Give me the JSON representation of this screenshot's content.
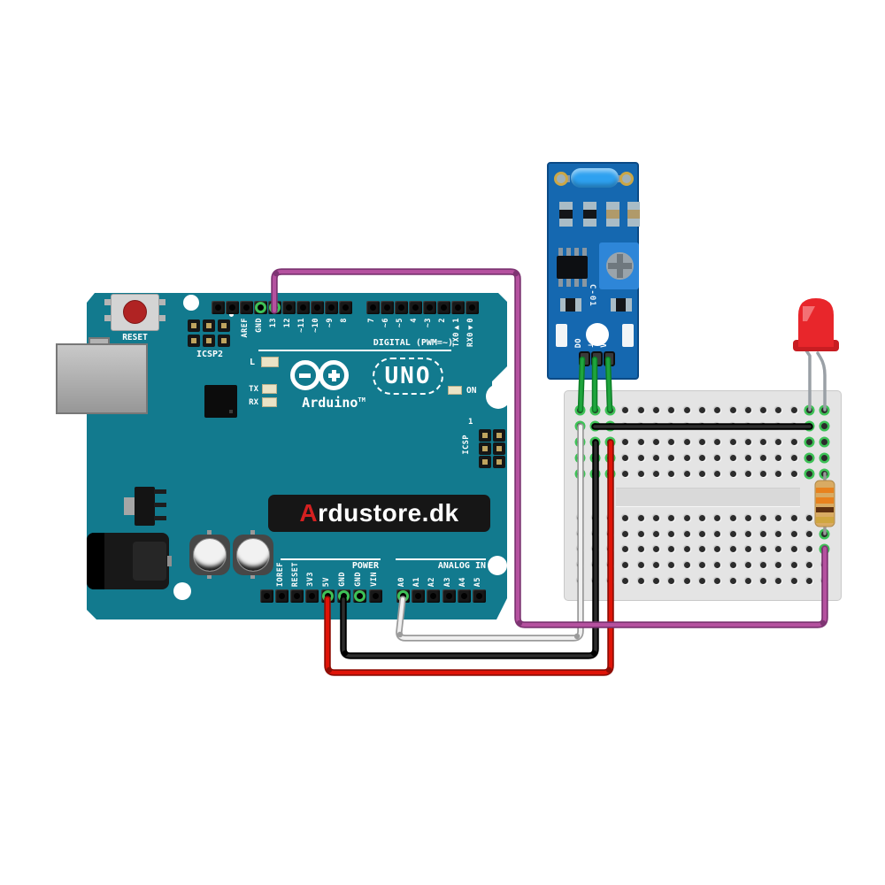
{
  "diagram": {
    "description": "Fritzing-style wiring diagram: Arduino UNO connected to a vibration sensor module, mini breadboard, red LED and resistor",
    "background": "#ffffff"
  },
  "arduino": {
    "brand": "Arduino",
    "brand_tm": "TM",
    "model_badge": "UNO",
    "banner": {
      "accent_letter": "A",
      "rest": "rdustore.dk"
    },
    "labels": {
      "reset": "RESET",
      "icsp2": "ICSP2",
      "icsp": "ICSP",
      "icsp_pin1": "1",
      "digital": "DIGITAL (PWM=~)",
      "power": "POWER",
      "analog": "ANALOG IN",
      "led_l": "L",
      "led_tx": "TX",
      "led_rx": "RX",
      "led_on": "ON"
    },
    "digital_pins_left": [
      "AREF",
      "GND",
      "13",
      "12",
      "~11",
      "~10",
      "~9",
      "8"
    ],
    "digital_pins_right": [
      "7",
      "~6",
      "~5",
      "4",
      "~3",
      "2",
      "TX0▶1",
      "RX0◀0"
    ],
    "power_pins": [
      "IOREF",
      "RESET",
      "3V3",
      "5V",
      "GND",
      "GND",
      "VIN"
    ],
    "analog_pins": [
      "A0",
      "A1",
      "A2",
      "A3",
      "A4",
      "A5"
    ]
  },
  "sensor_module": {
    "silk_label": "C-01",
    "pins": [
      "DO",
      "⊥",
      "VCC"
    ]
  },
  "breadboard": {
    "cols": 17,
    "rows": 10,
    "green_holes": [
      [
        1,
        1
      ],
      [
        1,
        2
      ],
      [
        1,
        3
      ],
      [
        1,
        4
      ],
      [
        1,
        5
      ],
      [
        2,
        1
      ],
      [
        2,
        2
      ],
      [
        2,
        3
      ],
      [
        2,
        4
      ],
      [
        2,
        5
      ],
      [
        3,
        1
      ],
      [
        3,
        2
      ],
      [
        3,
        3
      ],
      [
        3,
        4
      ],
      [
        3,
        5
      ],
      [
        16,
        1
      ],
      [
        16,
        2
      ],
      [
        16,
        3
      ],
      [
        16,
        4
      ],
      [
        16,
        5
      ],
      [
        17,
        1
      ],
      [
        17,
        2
      ],
      [
        17,
        3
      ],
      [
        17,
        4
      ],
      [
        17,
        5
      ],
      [
        17,
        7
      ],
      [
        17,
        8
      ]
    ]
  },
  "connections": [
    {
      "wire": "purple",
      "from": "Arduino digital pin 13",
      "to": "breadboard column 17 → resistor → LED anode"
    },
    {
      "wire": "red",
      "from": "Arduino 5V",
      "to": "sensor VCC column"
    },
    {
      "wire": "black",
      "from": "Arduino GND",
      "to": "sensor GND column"
    },
    {
      "wire": "white",
      "from": "Arduino A0",
      "to": "sensor DO column"
    },
    {
      "wire": "black jumper",
      "from": "sensor GND column",
      "to": "LED cathode column"
    }
  ],
  "colors": {
    "board": "#127a8e",
    "board_edge": "#0a5563",
    "reset_red": "#b02323",
    "beige_led": "#eae3c6",
    "green_ring": "#3ec257",
    "bb_hole": "#2c2c2c",
    "breadboard": "#e4e4e4",
    "sensor_pcb": "#1568b0",
    "sensor_pcb_edge": "#0b4a85",
    "pot_blue": "#2e86d8",
    "knob_gray": "#9aa4ab",
    "cylinder_blue": "#2ea1f0",
    "wire_green": "#1fa53d",
    "wire_green_dark": "#0c7d26",
    "wire_red": "#e01408",
    "wire_red_dark": "#8f0d05",
    "wire_black": "#2e2e2e",
    "wire_black_dark": "#000000",
    "wire_white": "#f0f0f0",
    "wire_white_dark": "#9b9b9b",
    "wire_purple": "#b5519f",
    "wire_purple_dark": "#7e3573",
    "leg_gray": "#9aa0a6",
    "led_red": "#e8262b",
    "led_red_light": "#f47a7c",
    "led_red_dark": "#c81d22",
    "resistor_body": "#d9ab63",
    "band_orange": "#e8821e",
    "band_brown": "#5e3010",
    "band_gold": "#cfa640",
    "banner_bg": "#161616",
    "banner_accent": "#d42020",
    "usb_gray": "#b0b0b0"
  }
}
